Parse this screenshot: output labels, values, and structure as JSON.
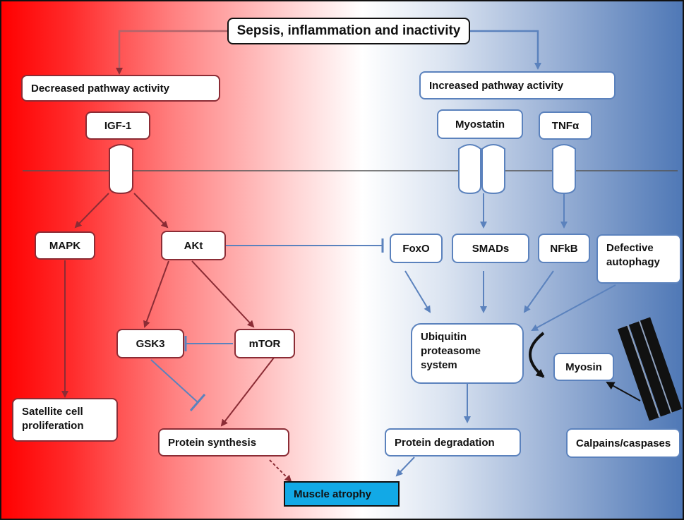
{
  "title": "Sepsis, inflammation and inactivity",
  "left_branch": {
    "header": "Decreased pathway activity"
  },
  "right_branch": {
    "header": "Increased pathway activity"
  },
  "nodes": {
    "igf1": "IGF-1",
    "myostatin": "Myostatin",
    "tnf": "TNFα",
    "mapk": "MAPK",
    "akt": "AKt",
    "foxo": "FoxO",
    "smads": "SMADs",
    "nfkb": "NFkB",
    "defective_autophagy": "Defective autophagy",
    "gsk3": "GSK3",
    "mtor": "mTOR",
    "ubiquitin": "Ubiquitin proteasome system",
    "myosin": "Myosin",
    "satellite": "Satellite cell proliferation",
    "protein_synthesis": "Protein synthesis",
    "protein_degradation": "Protein degradation",
    "calpains": "Calpains/caspases",
    "muscle_atrophy": "Muscle atrophy"
  },
  "colors": {
    "red_line": "#8b2c35",
    "blue_line": "#5b82bd",
    "atrophy_fill": "#12a9e6",
    "gradient_left": "#ff0000",
    "gradient_right": "#4f78b6"
  }
}
